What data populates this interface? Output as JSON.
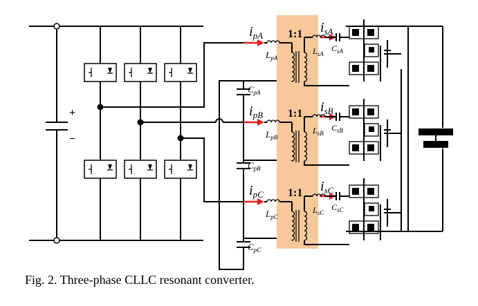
{
  "figure": {
    "highlight_color": "#f6c89a",
    "arrow_color": "#e02020",
    "wire_color": "#000000",
    "phases": [
      {
        "current_primary": "i",
        "current_primary_sub": "pA",
        "inductor_primary": "L",
        "inductor_primary_sub": "pA",
        "ratio": "1:1",
        "current_secondary": "i",
        "current_secondary_sub": "sA",
        "inductor_secondary": "L",
        "inductor_secondary_sub": "sA",
        "capacitor_secondary": "C",
        "capacitor_secondary_sub": "sA",
        "capacitor_primary": "C",
        "capacitor_primary_sub": "pA"
      },
      {
        "current_primary": "i",
        "current_primary_sub": "pB",
        "inductor_primary": "L",
        "inductor_primary_sub": "pB",
        "ratio": "1:1",
        "current_secondary": "i",
        "current_secondary_sub": "sB",
        "inductor_secondary": "L",
        "inductor_secondary_sub": "sB",
        "capacitor_secondary": "C",
        "capacitor_secondary_sub": "sB",
        "capacitor_primary": "C",
        "capacitor_primary_sub": "pB"
      },
      {
        "current_primary": "i",
        "current_primary_sub": "pC",
        "inductor_primary": "L",
        "inductor_primary_sub": "pC",
        "ratio": "1:1",
        "current_secondary": "i",
        "current_secondary_sub": "sC",
        "inductor_secondary": "L",
        "inductor_secondary_sub": "sC",
        "capacitor_secondary": "C",
        "capacitor_secondary_sub": "sC",
        "capacitor_primary": "C",
        "capacitor_primary_sub": "pC"
      }
    ],
    "dc_source_plus": "+",
    "dc_source_minus": "−"
  },
  "caption": "Fig. 2.    Three-phase CLLC resonant converter."
}
